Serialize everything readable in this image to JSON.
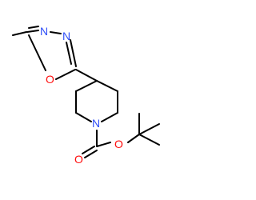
{
  "molecule": {
    "atoms": {
      "oxadiazole_n3": "N",
      "oxadiazole_n4": "N",
      "oxadiazole_o1": "O",
      "piperidine_n": "N",
      "carbamate_o_double": "O",
      "carbamate_o_single": "O"
    }
  },
  "colors": {
    "bond": "#000000",
    "nitrogen": "#3050f8",
    "oxygen": "#ff0d0d",
    "background": "#ffffff"
  }
}
